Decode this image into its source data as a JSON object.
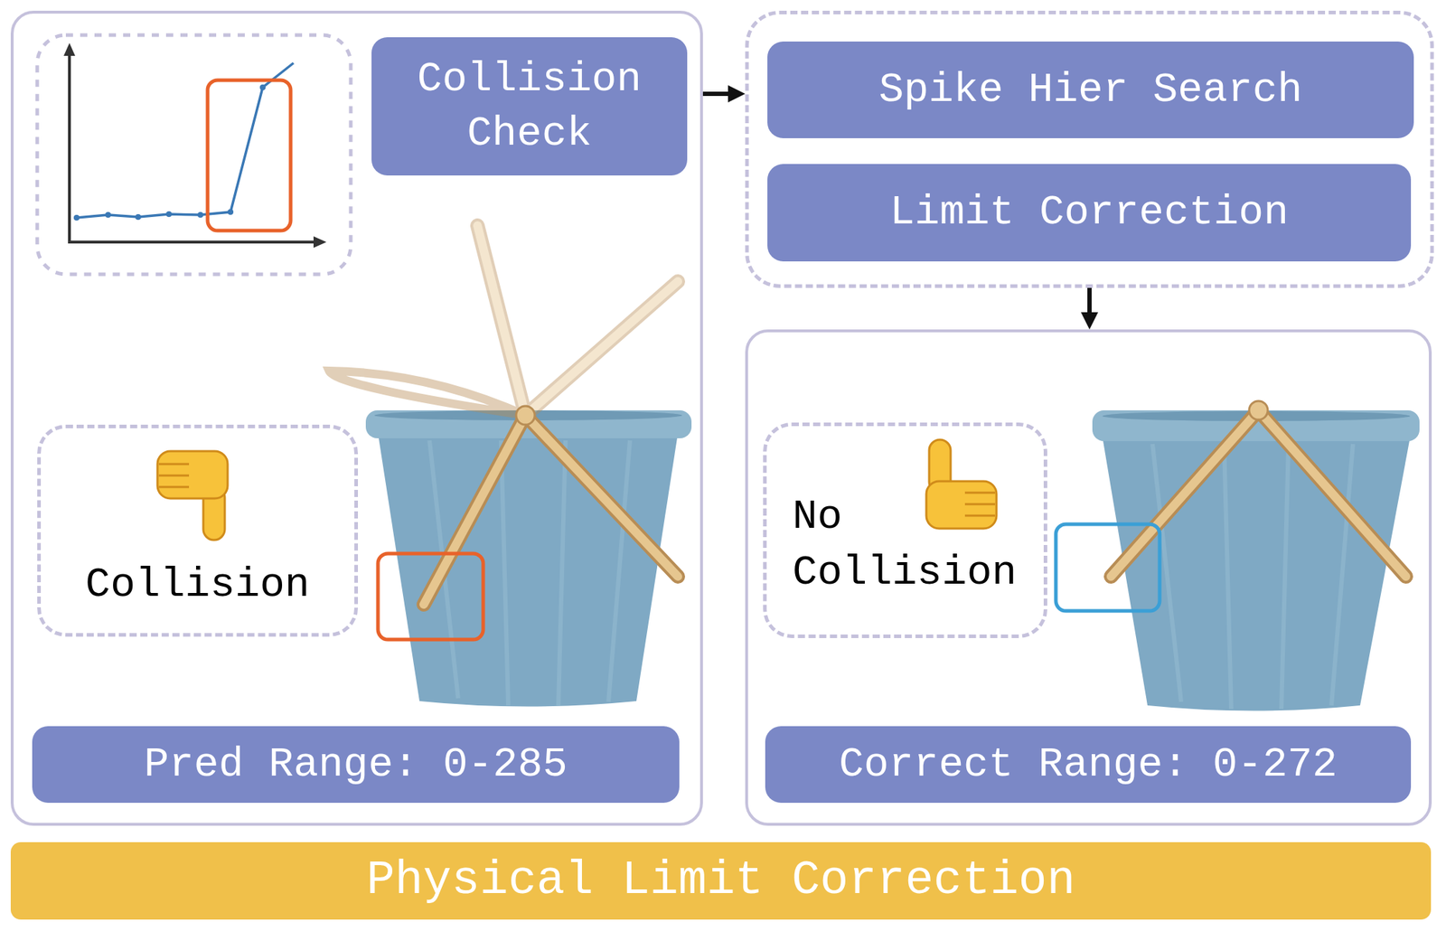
{
  "diagram": {
    "nodes": [
      {
        "text": []
      },
      {
        "text": [
          "Collision Check"
        ],
        "in": 0
      },
      {
        "text": [
          "Collision"
        ],
        "in": 0
      },
      {
        "text": [
          "Pred Range: 0-285"
        ],
        "in": 0
      },
      {
        "text": []
      },
      {
        "text": [
          "Spike Hier Search"
        ],
        "in": 4
      },
      {
        "text": [
          "Limit Correction"
        ],
        "in": 4
      },
      {
        "text": []
      },
      {
        "text": [
          "No Collision"
        ],
        "in": 7
      },
      {
        "text": [
          "Correct Range: 0-272"
        ],
        "in": 7
      },
      {
        "text": [
          "Physical Limit Correction"
        ]
      }
    ],
    "edges": [
      {
        "from": 0,
        "to": 4,
        "arrow": "to"
      },
      {
        "from": 4,
        "to": 7,
        "arrow": "to"
      }
    ]
  }
}
